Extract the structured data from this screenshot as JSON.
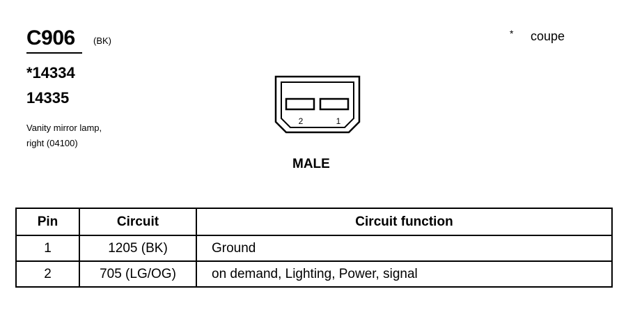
{
  "connector": {
    "id": "C906",
    "color_code": "(BK)",
    "part_numbers": [
      "*14334",
      "14335"
    ],
    "description_lines": [
      "Vanity mirror lamp,",
      "right (04100)"
    ],
    "gender": "MALE",
    "pin_labels": [
      "2",
      "1"
    ]
  },
  "legend": {
    "symbol": "*",
    "text": "coupe"
  },
  "table": {
    "headers": [
      "Pin",
      "Circuit",
      "Circuit function"
    ],
    "rows": [
      [
        "1",
        "1205 (BK)",
        "Ground"
      ],
      [
        "2",
        "705 (LG/OG)",
        "on demand, Lighting, Power, signal"
      ]
    ]
  }
}
